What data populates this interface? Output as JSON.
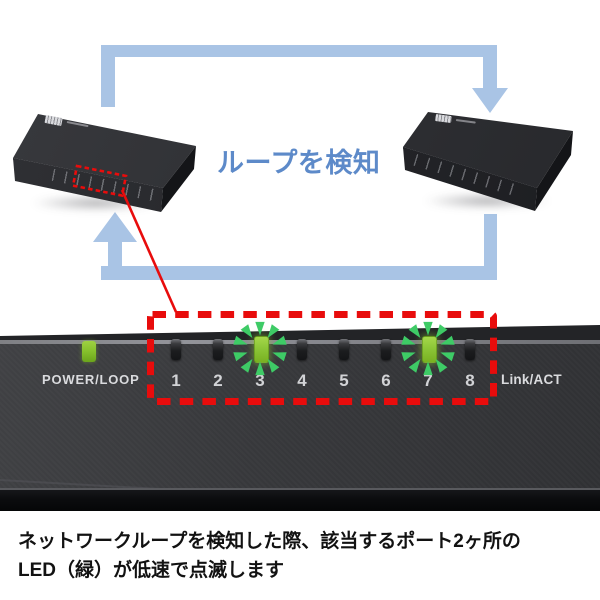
{
  "loop_label": "ループを検知",
  "caption": {
    "line1": "ネットワークループを検知した際、該当するポート2ヶ所の",
    "line2": "LED（緑）が低速で点滅します"
  },
  "panel": {
    "power_label": "POWER/LOOP",
    "link_label": "Link/ACT",
    "ports": [
      "1",
      "2",
      "3",
      "4",
      "5",
      "6",
      "7",
      "8"
    ],
    "blinking_ports": [
      "3",
      "7"
    ],
    "power_led_state": "on",
    "blinking_led_color": "green"
  },
  "colors": {
    "alert_red": "#e80c0c",
    "arrow_blue": "#a9c4e5",
    "loop_text_blue": "#5d8ac9",
    "led_green": "#8cc637",
    "burst_green": "#3ecb66",
    "panel_dark": "#37383b"
  }
}
